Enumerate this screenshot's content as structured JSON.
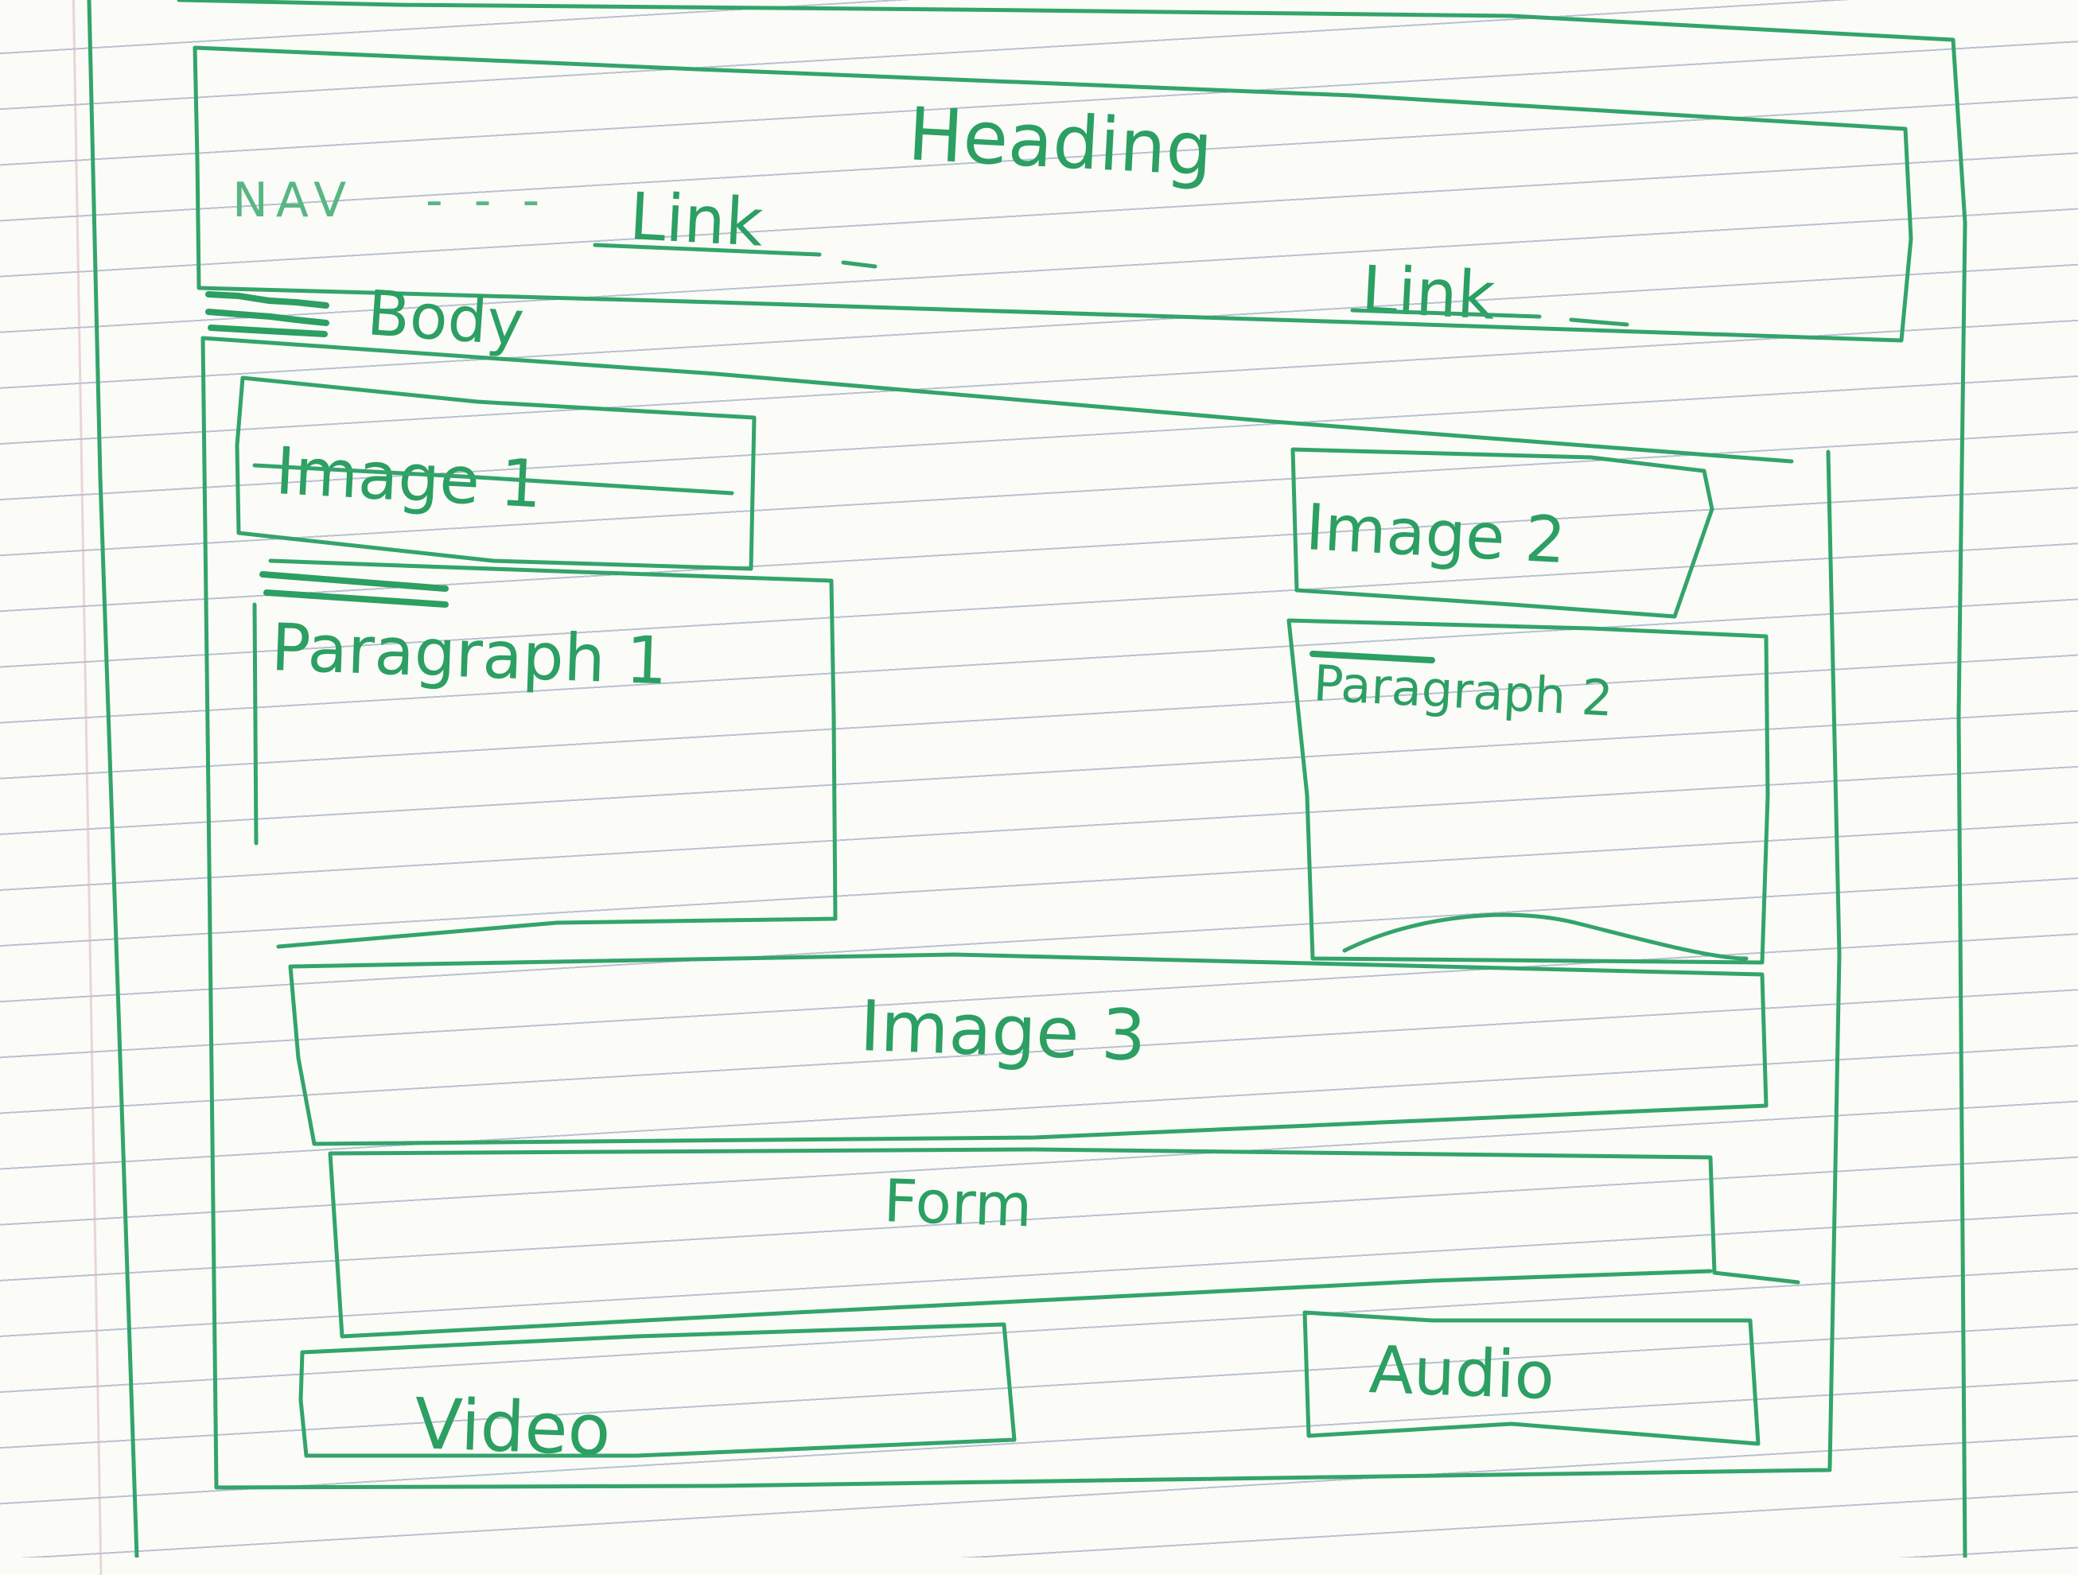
{
  "sketch": {
    "header": {
      "heading": "Heading",
      "nav_label": "NAV",
      "nav_dashes": "- - -",
      "link_1": "Link",
      "link_2": "Link"
    },
    "body_label": "Body",
    "image_1": "Image 1",
    "paragraph_1": "Paragraph 1",
    "image_2": "Image 2",
    "paragraph_2": "Paragraph 2",
    "image_3": "Image 3",
    "form": "Form",
    "video": "Video",
    "audio": "Audio",
    "colors": {
      "ink": "#33a46a",
      "paper": "#fbfbf8",
      "rule_lines": "#b8c2cf"
    }
  }
}
